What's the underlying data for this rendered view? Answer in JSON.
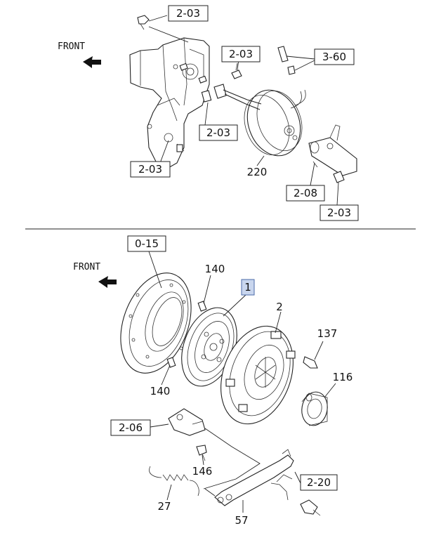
{
  "diagram": {
    "upper": {
      "front_label": "FRONT",
      "refs": [
        "2-03",
        "2-03",
        "3-60",
        "2-03",
        "2-03",
        "2-08",
        "2-03"
      ],
      "parts": [
        "220"
      ]
    },
    "lower": {
      "front_label": "FRONT",
      "refs": [
        "0-15",
        "2-06",
        "2-20"
      ],
      "highlight_ref": "1",
      "parts": [
        "140",
        "140",
        "2",
        "137",
        "116",
        "146",
        "27",
        "57"
      ]
    }
  }
}
